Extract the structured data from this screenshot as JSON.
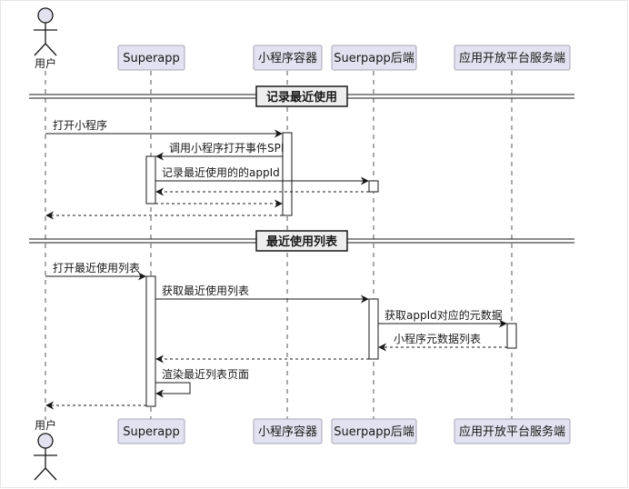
{
  "participants": {
    "user": "用户",
    "superapp": "Superapp",
    "container": "小程序容器",
    "backend": "Suerpapp后端",
    "platform": "应用开放平台服务端"
  },
  "sections": {
    "recent_record": "记录最近使用",
    "recent_list": "最近使用列表"
  },
  "messages": {
    "open_miniapp": "打开小程序",
    "call_open_event_spi": "调用小程序打开事件SPI",
    "record_recent_appid": "记录最近使用的的appId",
    "open_recent_list": "打开最近使用列表",
    "get_recent_list": "获取最近使用列表",
    "get_appid_metadata": "获取appId对应的元数据",
    "miniapp_metadata_list": "小程序元数据列表",
    "render_recent_page": "渲染最近列表页面"
  },
  "colors": {
    "participant_fill": "#e2e2f0",
    "participant_border": "#a6a6b9",
    "line": "#181818",
    "lifeline": "#555555",
    "activation_fill": "#ffffff",
    "section_fill": "#eeeeee"
  }
}
